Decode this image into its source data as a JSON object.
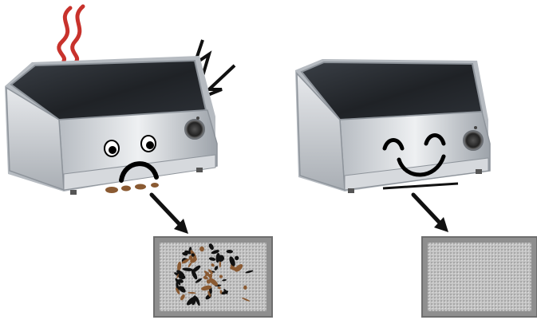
{
  "scene": {
    "units": [
      {
        "name": "dirty-filter-cooktop",
        "state": "overheating",
        "expression": "sad-face",
        "effects": [
          "heat-waves",
          "electric-sparks"
        ],
        "filter_state": "clogged-with-grease"
      },
      {
        "name": "clean-filter-cooktop",
        "state": "normal",
        "expression": "happy-face",
        "effects": [],
        "filter_state": "clean"
      }
    ],
    "colors": {
      "heat_waves": "#c8322c",
      "grease_brown": "#8a5a32",
      "grease_black": "#111111",
      "steel": "#c9cdd2",
      "glass_top": "#23262b",
      "filter_frame": "#9a9a9a",
      "filter_mesh": "#bdbdbd"
    }
  }
}
